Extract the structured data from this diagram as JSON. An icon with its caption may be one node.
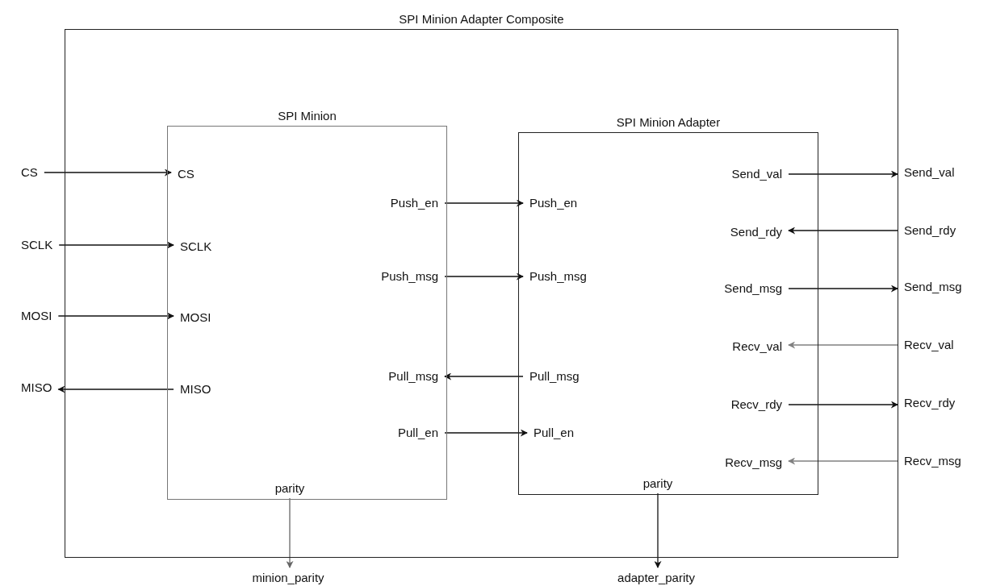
{
  "diagram": {
    "nodes": [
      {
        "text": [
          "SPI Minion Adapter Composite"
        ]
      },
      {
        "text": [
          "SPI Minion"
        ],
        "in": 0
      },
      {
        "text": [
          "CS"
        ],
        "in": 1
      },
      {
        "text": [
          "SCLK"
        ],
        "in": 1
      },
      {
        "text": [
          "MOSI"
        ],
        "in": 1
      },
      {
        "text": [
          "MISO"
        ],
        "in": 1
      },
      {
        "text": [
          "Push_en"
        ],
        "in": 1
      },
      {
        "text": [
          "Push_msg"
        ],
        "in": 1
      },
      {
        "text": [
          "Pull_msg"
        ],
        "in": 1
      },
      {
        "text": [
          "Pull_en"
        ],
        "in": 1
      },
      {
        "text": [
          "parity"
        ],
        "in": 1
      },
      {
        "text": [
          "SPI Minion Adapter"
        ],
        "in": 0
      },
      {
        "text": [
          "Push_en"
        ],
        "in": 11
      },
      {
        "text": [
          "Push_msg"
        ],
        "in": 11
      },
      {
        "text": [
          "Pull_msg"
        ],
        "in": 11
      },
      {
        "text": [
          "Pull_en"
        ],
        "in": 11
      },
      {
        "text": [
          "Send_val"
        ],
        "in": 11
      },
      {
        "text": [
          "Send_rdy"
        ],
        "in": 11
      },
      {
        "text": [
          "Send_msg"
        ],
        "in": 11
      },
      {
        "text": [
          "Recv_val"
        ],
        "in": 11
      },
      {
        "text": [
          "Recv_rdy"
        ],
        "in": 11
      },
      {
        "text": [
          "Recv_msg"
        ],
        "in": 11
      },
      {
        "text": [
          "parity"
        ],
        "in": 11
      },
      {
        "text": [
          "CS"
        ]
      },
      {
        "text": [
          "SCLK"
        ]
      },
      {
        "text": [
          "MOSI"
        ]
      },
      {
        "text": [
          "MISO"
        ]
      },
      {
        "text": [
          "Send_val"
        ]
      },
      {
        "text": [
          "Send_rdy"
        ]
      },
      {
        "text": [
          "Send_msg"
        ]
      },
      {
        "text": [
          "Recv_val"
        ]
      },
      {
        "text": [
          "Recv_rdy"
        ]
      },
      {
        "text": [
          "Recv_msg"
        ]
      },
      {
        "text": [
          "minion_parity"
        ]
      },
      {
        "text": [
          "adapter_parity"
        ]
      }
    ],
    "edges": [
      {
        "from": 23,
        "to": 2,
        "arrow": "to"
      },
      {
        "from": 24,
        "to": 3,
        "arrow": "to"
      },
      {
        "from": 25,
        "to": 4,
        "arrow": "to"
      },
      {
        "from": 5,
        "to": 26,
        "arrow": "to"
      },
      {
        "from": 6,
        "to": 12,
        "arrow": "to"
      },
      {
        "from": 7,
        "to": 13,
        "arrow": "to"
      },
      {
        "from": 14,
        "to": 8,
        "arrow": "to"
      },
      {
        "from": 9,
        "to": 15,
        "arrow": "to"
      },
      {
        "from": 16,
        "to": 27,
        "arrow": "to"
      },
      {
        "from": 28,
        "to": 17,
        "arrow": "to"
      },
      {
        "from": 18,
        "to": 29,
        "arrow": "to"
      },
      {
        "from": 30,
        "to": 19,
        "arrow": "to",
        "color": "#808080"
      },
      {
        "from": 20,
        "to": 31,
        "arrow": "to"
      },
      {
        "from": 32,
        "to": 21,
        "arrow": "to",
        "color": "#808080"
      },
      {
        "from": 10,
        "to": 33,
        "arrow": "to",
        "color": "#666666"
      },
      {
        "from": 22,
        "to": 34,
        "arrow": "to"
      }
    ]
  }
}
